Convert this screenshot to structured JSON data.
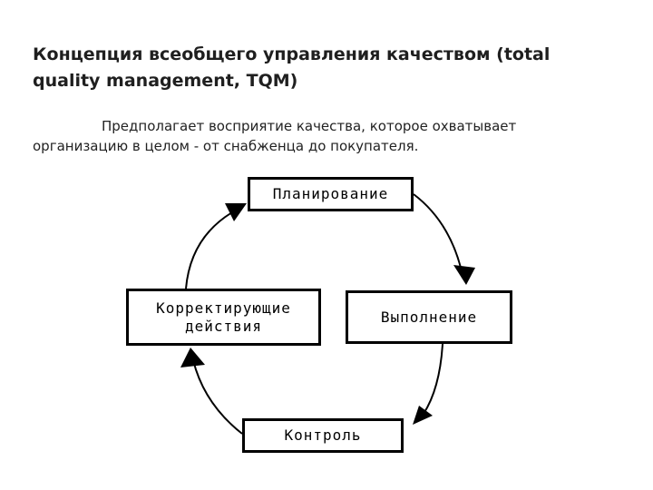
{
  "slide": {
    "title": "Концепция всеобщего управления качеством (total quality management, TQM)",
    "description": "Предполагает восприятие качества, которое охватывает организацию в целом - от снабженца до покупателя."
  },
  "diagram": {
    "nodes": {
      "planning": "Планирование",
      "execution": "Выполнение",
      "control": "Контроль",
      "corrective_actions": "Корректирующие\nдействия"
    },
    "cycle_order": [
      "planning",
      "execution",
      "control",
      "corrective_actions"
    ],
    "line_color": "#000000",
    "box_border_color": "#000000"
  }
}
